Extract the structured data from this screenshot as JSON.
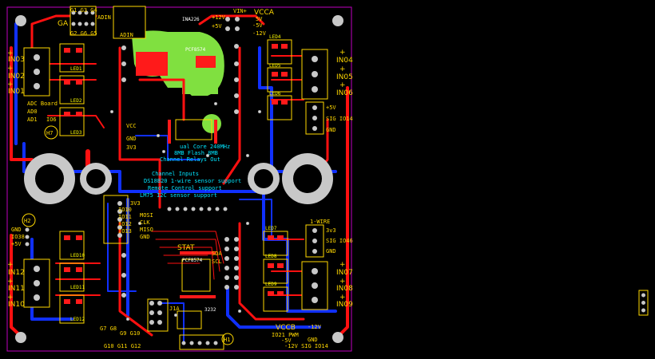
{
  "colors": {
    "background": "#000000",
    "outline": "#c000c0",
    "top_copper": "#ff1010",
    "bottom_copper": "#1030ff",
    "silkscreen": "#ffd800",
    "pad": "#c8c8c8",
    "ground_fill": "#80e040",
    "mounting_hole": "#c8c8c8"
  },
  "top_left": {
    "gpio_a": "G1 G3 G4",
    "gpio_b": "G2 G6 G5",
    "ga": "GA",
    "adin_top": "ADIN",
    "adin_bottom": "ADIN",
    "ina": "INA226",
    "vin": "VIN+",
    "pcf": "PCF8574"
  },
  "top_right": {
    "vcca": "VCCA",
    "v5": "5V",
    "plus12": "+12V",
    "plus5": "+5V",
    "minus5": "-5V",
    "minus12": "-12V"
  },
  "left_terms": {
    "in03": "IN03",
    "in02": "IN02",
    "in01": "IN01",
    "in12": "IN12",
    "in11": "IN11",
    "in10": "IN10",
    "plus": "+"
  },
  "right_terms": {
    "in04": "IN04",
    "in05": "IN05",
    "in06": "IN06",
    "in07": "IN07",
    "in08": "IN08",
    "in09": "IN09",
    "plus": "+"
  },
  "adc": {
    "title": "ADC Board",
    "ad0": "AD0",
    "ad1": "AD1",
    "io": "IO6",
    "h7": "H7"
  },
  "sig_io14": {
    "plus5": "+5V",
    "sig": "SIG IO14",
    "gnd": "GND"
  },
  "onewire": {
    "title": "1-WIRE",
    "v33": "3v3",
    "sig": "SIG IO46",
    "gnd": "GND"
  },
  "h2": {
    "label": "H2",
    "gnd": "GND",
    "io": "IO38",
    "plus5": "+5V"
  },
  "spi": {
    "v33": "3V3",
    "io10": "IO10",
    "io11": "IO11",
    "io12": "IO12",
    "io13": "IO13",
    "mosi": "MOSI",
    "clk": "CLK",
    "miso": "MISO",
    "gnd": "GND"
  },
  "features": [
    "ual Core 240MHz",
    "8MB Flash 8MB",
    "Channel Relays Out",
    "Channel Inputs",
    "DS18B20 1-wire sensor support",
    "Remote Control support",
    "LM75 I2C sensor support"
  ],
  "mid_labels": {
    "vcc": "VCC",
    "gnd": "GND",
    "v33": "3V3",
    "stat": "STAT",
    "pcf_bottom": "PCF8574",
    "sda": "SDA",
    "scl": "SCL"
  },
  "bottom": {
    "vccb": "VCCB",
    "v12": "-12V",
    "io21": "IO21 PWM",
    "gnd": "GND",
    "sig_io14": "-12V SIG IO14",
    "h1": "H1",
    "minus5": "-5V",
    "j1a": "J1A",
    "chip3232": "3232",
    "row_g": "G7 G8",
    "row_g2": "G9 G10",
    "row_g3": "G10 G11 G12"
  },
  "relays": [
    "LED1",
    "LED2",
    "LED3",
    "LED4",
    "LED5",
    "LED6",
    "LED7",
    "LED8",
    "LED9",
    "LED10",
    "LED11",
    "LED12"
  ]
}
